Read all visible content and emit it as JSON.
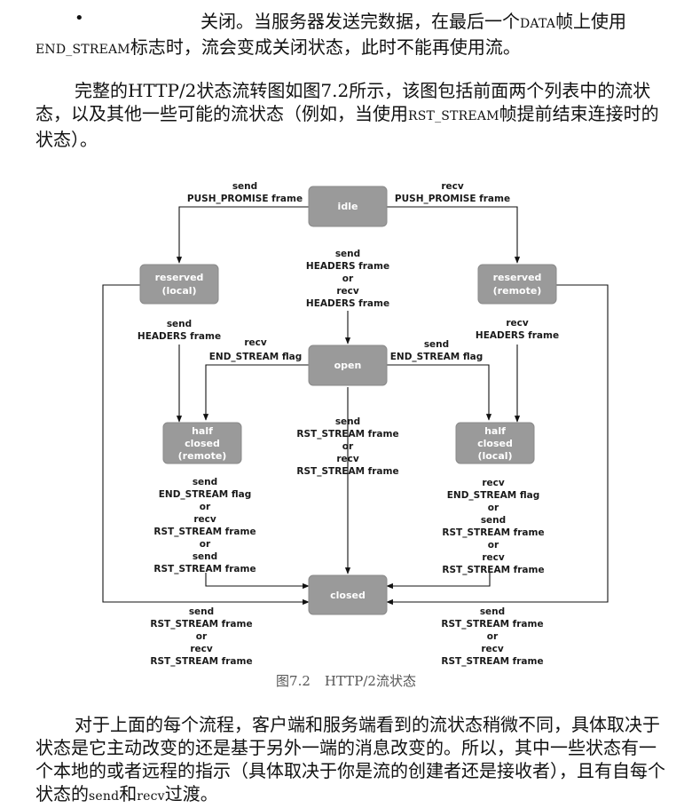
{
  "p1": {
    "bullet": "•",
    "t1": "关闭。当服务器发送完数据，在最后一个",
    "sc1": "DATA",
    "t2": "帧上使用",
    "sc2": "END_STREAM",
    "t3": "标志时，流会变成关闭状态，此时不能再使用流。"
  },
  "p2": {
    "t1": "完整的HTTP/2状态流转图如图7.2所示，该图包括前面两个列表中的流状态，以及其他一些可能的流状态（例如，当使用",
    "sc1": "RST_STREAM",
    "t2": "帧提前结束连接时的状态）。"
  },
  "diagram": {
    "states": {
      "idle": [
        "idle"
      ],
      "reserved_local": [
        "reserved",
        "(local)"
      ],
      "reserved_remote": [
        "reserved",
        "(remote)"
      ],
      "open": [
        "open"
      ],
      "half_closed_remote": [
        "half",
        "closed",
        "(remote)"
      ],
      "half_closed_local": [
        "half",
        "closed",
        "(local)"
      ],
      "closed": [
        "closed"
      ]
    },
    "labels": {
      "idle_to_reserved_local": [
        "send",
        "PUSH_PROMISE frame"
      ],
      "idle_to_reserved_remote": [
        "recv",
        "PUSH_PROMISE frame"
      ],
      "idle_to_open": [
        "send",
        "HEADERS frame",
        "or",
        "recv",
        "HEADERS frame"
      ],
      "reserved_local_to_half_closed_remote": [
        "send",
        "HEADERS frame"
      ],
      "reserved_remote_to_half_closed_local": [
        "recv",
        "HEADERS frame"
      ],
      "open_to_half_closed_remote": [
        "recv",
        "END_STREAM flag"
      ],
      "open_to_half_closed_local": [
        "send",
        "END_STREAM flag"
      ],
      "open_to_closed": [
        "send",
        "RST_STREAM frame",
        "or",
        "recv",
        "RST_STREAM frame"
      ],
      "half_closed_remote_to_closed": [
        "send",
        "END_STREAM flag",
        "or",
        "recv",
        "RST_STREAM frame",
        "or",
        "send",
        "RST_STREAM frame"
      ],
      "half_closed_local_to_closed": [
        "recv",
        "END_STREAM flag",
        "or",
        "send",
        "RST_STREAM frame",
        "or",
        "recv",
        "RST_STREAM frame"
      ],
      "reserved_local_to_closed": [
        "send",
        "RST_STREAM frame",
        "or",
        "recv",
        "RST_STREAM frame"
      ],
      "reserved_remote_to_closed": [
        "send",
        "RST_STREAM frame",
        "or",
        "recv",
        "RST_STREAM frame"
      ]
    }
  },
  "caption": {
    "number": "图7.2",
    "title": "HTTP/2流状态"
  },
  "p3": {
    "t1": "对于上面的每个流程，客户端和服务端看到的流状态稍微不同，具体取决于状态是它主动改变的还是基于另外一端的消息改变的。所以，其中一些状态有一个本地的或者远程的指示（具体取决于你是流的创建者还是接收者），且有自每个状态的",
    "sc1": "send",
    "t2": "和",
    "sc2": "recv",
    "t3": "过渡。"
  }
}
